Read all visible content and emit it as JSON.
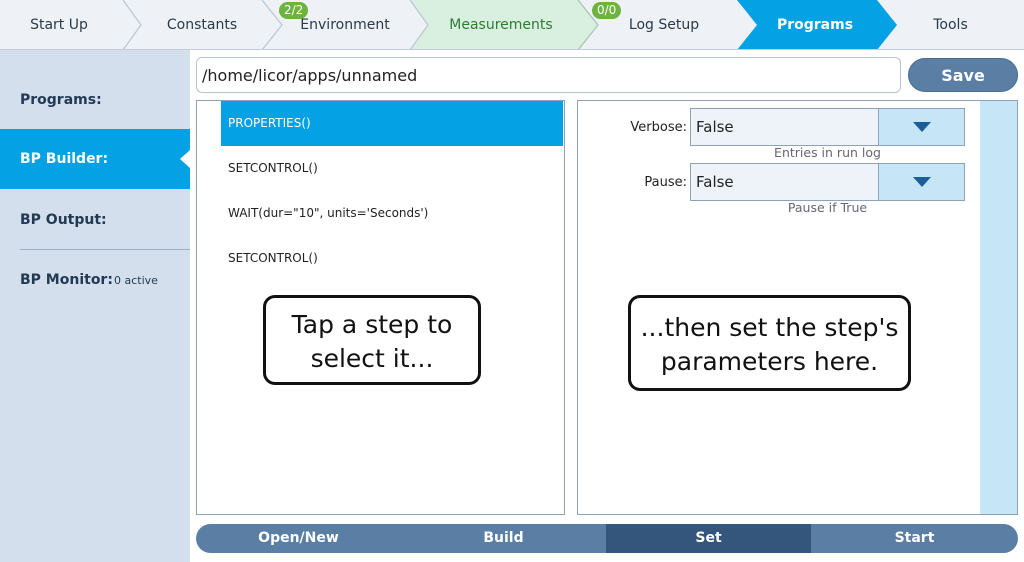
{
  "topnav": {
    "tabs": [
      {
        "label": "Start Up"
      },
      {
        "label": "Constants"
      },
      {
        "label": "Environment",
        "badge": "2/2"
      },
      {
        "label": "Measurements"
      },
      {
        "label": "Log Setup",
        "badge": "0/0"
      },
      {
        "label": "Programs",
        "active": true
      },
      {
        "label": "Tools"
      }
    ],
    "colors": {
      "inactive": "#eef1f5",
      "complete": "#d9efdf",
      "active": "#05a1e5",
      "badge": "#6db33f"
    }
  },
  "sidebar": {
    "items": [
      {
        "label": "Programs:"
      },
      {
        "label": "BP Builder:",
        "active": true
      },
      {
        "label": "BP Output:"
      },
      {
        "label": "BP Monitor:",
        "sub": "0 active"
      }
    ]
  },
  "path": {
    "value": "/home/licor/apps/unnamed"
  },
  "save_label": "Save",
  "steps": [
    {
      "label": "PROPERTIES()",
      "selected": true
    },
    {
      "label": "SETCONTROL()"
    },
    {
      "label": "WAIT(dur=\"10\", units='Seconds')"
    },
    {
      "label": "SETCONTROL()"
    }
  ],
  "params": [
    {
      "label": "Verbose:",
      "value": "False",
      "help": "Entries in run log"
    },
    {
      "label": "Pause:",
      "value": "False",
      "help": "Pause if True"
    }
  ],
  "callouts": {
    "left": {
      "line1": "Tap a step to",
      "line2": "select it..."
    },
    "right": {
      "line1": "...then set the step's",
      "line2": "parameters here."
    }
  },
  "bottom_tabs": [
    {
      "label": "Open/New"
    },
    {
      "label": "Build"
    },
    {
      "label": "Set",
      "active": true
    },
    {
      "label": "Start"
    }
  ],
  "icons": {
    "dropdown": "chevron-down-icon"
  }
}
